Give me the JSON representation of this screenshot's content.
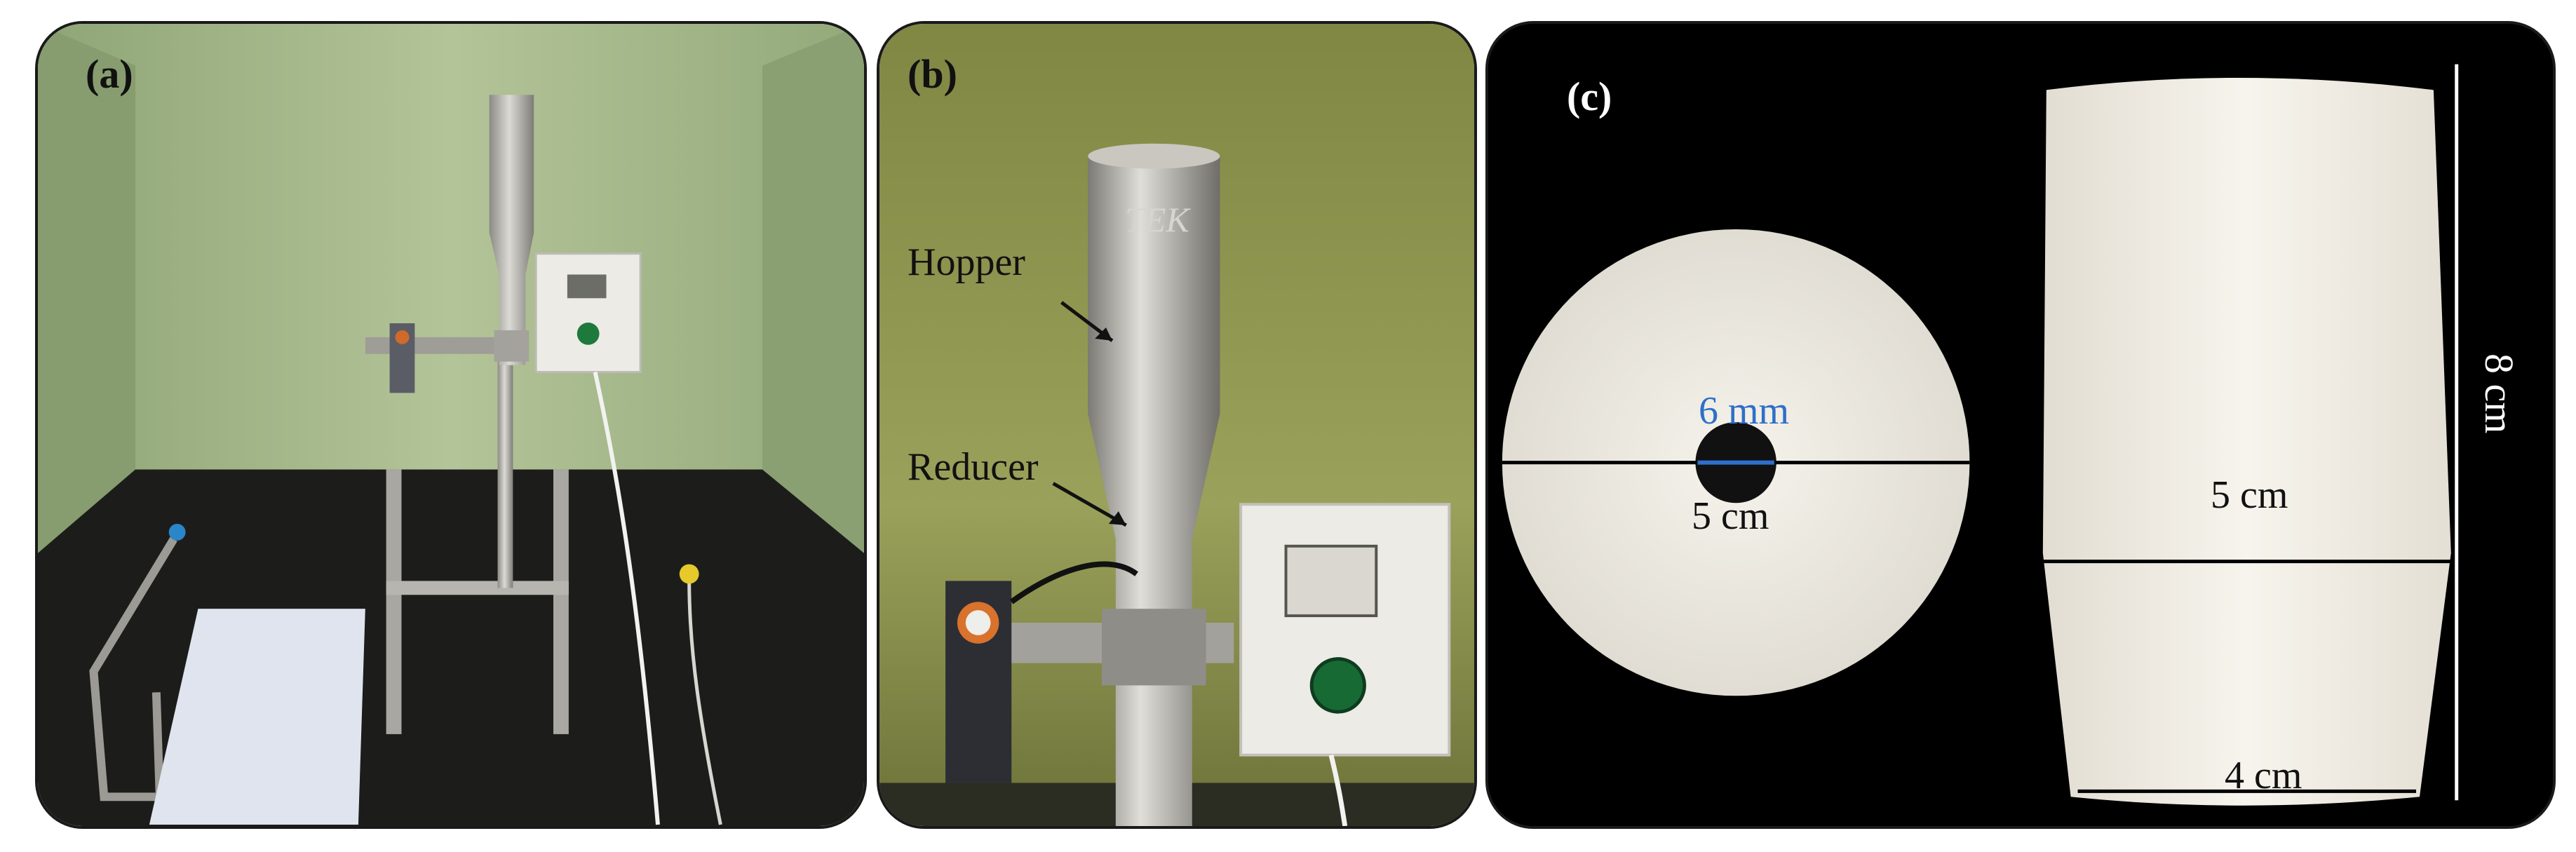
{
  "panels": {
    "a": {
      "label": "(a)"
    },
    "b": {
      "label": "(b)",
      "hopper_label": "Hopper",
      "reducer_label": "Reducer",
      "device_brand": "TEK"
    },
    "c": {
      "label": "(c)",
      "orifice_label": "6 mm",
      "top_diameter_label": "5 cm",
      "cup_top_label": "5 cm",
      "cup_bottom_label": "4 cm",
      "height_label": "8 cm"
    }
  },
  "colors": {
    "wall_green": "#a7b98c",
    "bench_black": "#1c1d1b",
    "steel": "#b9b7b1",
    "controller_white": "#ecebe6",
    "ptfe_white": "#efece4",
    "annotation_blue": "#2f6fc9"
  }
}
